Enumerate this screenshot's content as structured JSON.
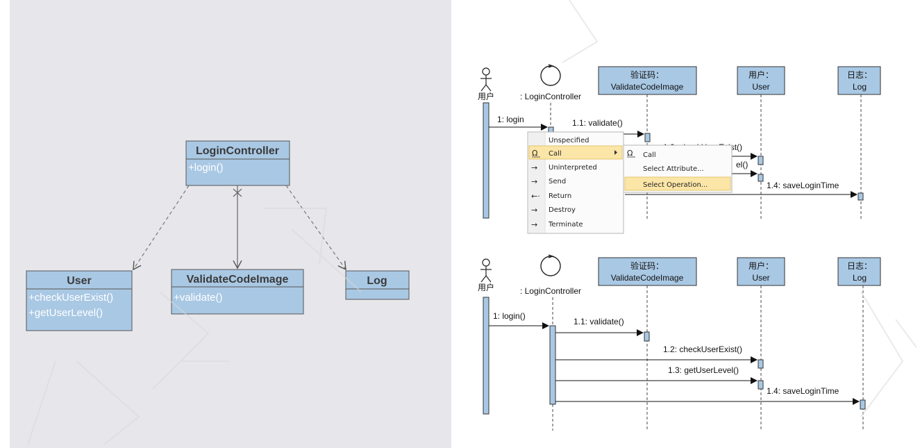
{
  "class_diagram": {
    "classes": [
      {
        "name": "LoginController",
        "members": [
          "+login()"
        ]
      },
      {
        "name": "User",
        "members": [
          "+checkUserExist()",
          "+getUserLevel()"
        ]
      },
      {
        "name": "ValidateCodeImage",
        "members": [
          "+validate()"
        ]
      },
      {
        "name": "Log",
        "members": []
      }
    ]
  },
  "sequence_top": {
    "actor_label": "用户",
    "controller_label": ": LoginController",
    "lifelines": [
      {
        "line1": "验证码：",
        "line2": "ValidateCodeImage"
      },
      {
        "line1": "用户：",
        "line2": "User"
      },
      {
        "line1": "日志：",
        "line2": "Log"
      }
    ],
    "messages": [
      "1: login",
      "1.1: validate()",
      "1.2: checkUserExist()",
      "el()",
      "1.4: saveLoginTime"
    ],
    "context_menu": [
      "Unspecified",
      "Call",
      "Uninterpreted",
      "Send",
      "Return",
      "Destroy",
      "Terminate"
    ],
    "submenu": [
      "Call",
      "Select Attribute...",
      "Select Operation..."
    ]
  },
  "sequence_bottom": {
    "actor_label": "用户",
    "controller_label": ": LoginController",
    "lifelines": [
      {
        "line1": "验证码：",
        "line2": "ValidateCodeImage"
      },
      {
        "line1": "用户：",
        "line2": "User"
      },
      {
        "line1": "日志：",
        "line2": "Log"
      }
    ],
    "messages": [
      "1: login()",
      "1.1: validate()",
      "1.2: checkUserExist()",
      "1.3: getUserLevel()",
      "1.4: saveLoginTime"
    ]
  },
  "colors": {
    "class_bg": "#a9c8e4",
    "panel_bg": "#e7e7eb",
    "menu_highlight": "#fbe6a8"
  }
}
